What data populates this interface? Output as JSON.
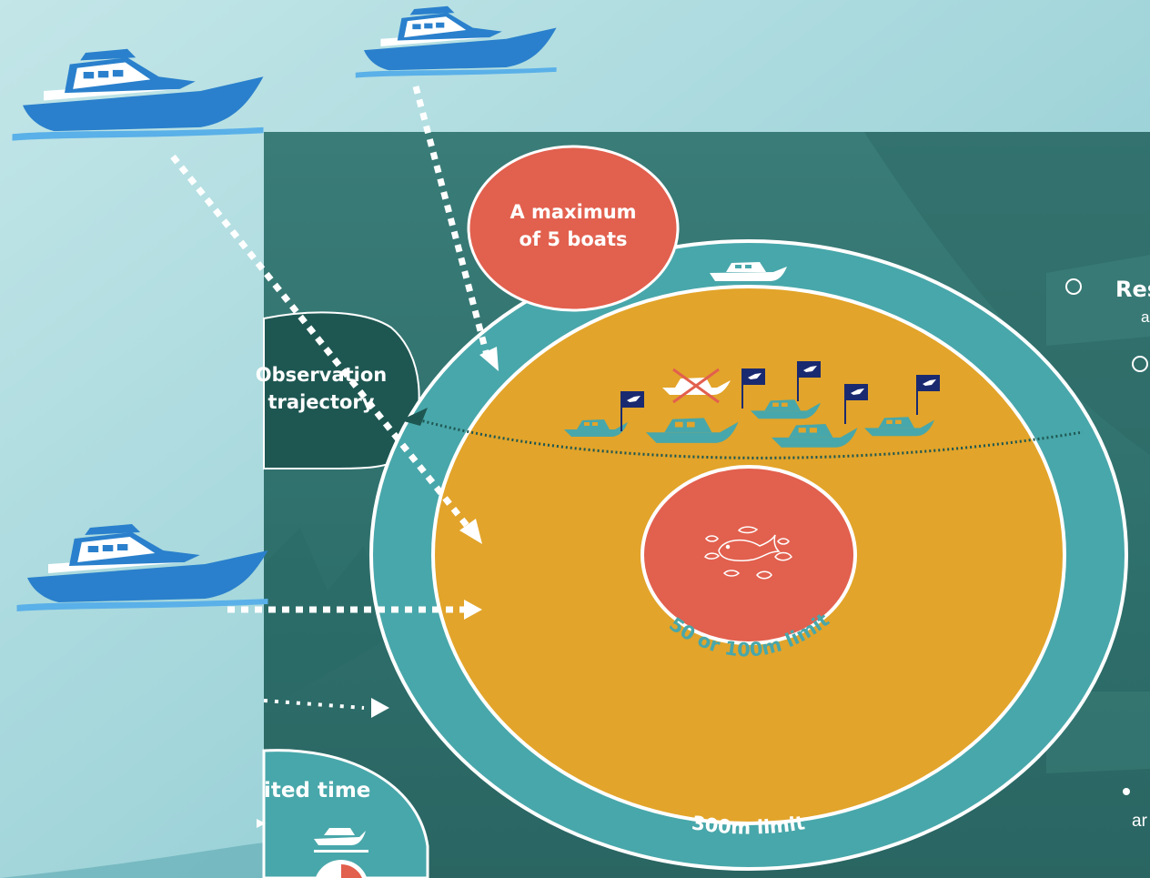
{
  "labels": {
    "max_boats_line1": "A maximum",
    "max_boats_line2": "of 5 boats",
    "observation_line1": "Observation",
    "observation_line2": "trajectory",
    "inner_limit": "50 or 100m limit",
    "outer_limit": "300m limit",
    "limited_time": "ited time",
    "side_text_1": "Res",
    "side_text_2": "a",
    "side_text_3": "ar"
  },
  "icons": {
    "boat": "motor-boat-icon",
    "flag": "whale-flag-icon",
    "whales": "whale-group-icon",
    "crossed_boat": "crossed-boat-icon"
  },
  "colors": {
    "sky": "#a8d8dc",
    "panel": "#2e7370",
    "outer_ring": "#48a7aa",
    "zone": "#e2a42a",
    "core": "#e2604e",
    "obs_bubble": "#1e5752",
    "boat_blue": "#2a80cc",
    "flag_navy": "#1a2a70"
  }
}
